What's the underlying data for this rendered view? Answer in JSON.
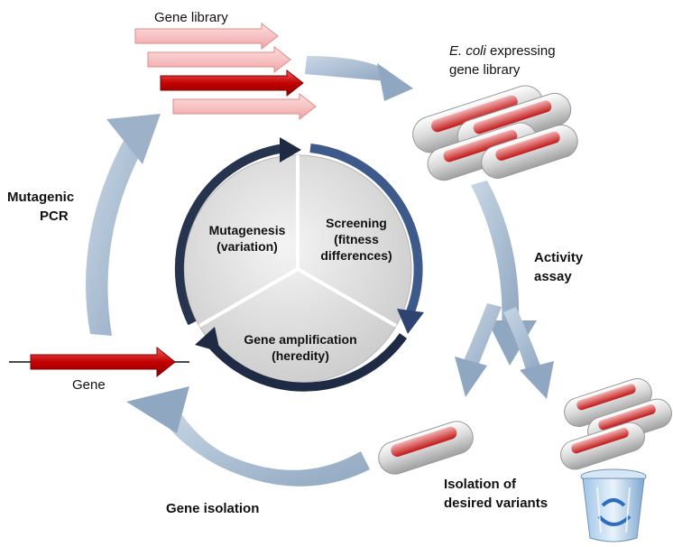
{
  "labels": {
    "gene_library": "Gene library",
    "ecoli_italic": "E. coli",
    "ecoli_rest": " expressing",
    "ecoli_line2": "gene library",
    "mutagenic_line1": "Mutagenic",
    "mutagenic_line2": "PCR",
    "activity_line1": "Activity",
    "activity_line2": "assay",
    "gene": "Gene",
    "gene_isolation": "Gene isolation",
    "isolation_line1": "Isolation of",
    "isolation_line2": "desired variants"
  },
  "inner_cycle": {
    "mutagenesis_line1": "Mutagenesis",
    "mutagenesis_line2": "(variation)",
    "screening_line1": "Screening",
    "screening_line2": "(fitness",
    "screening_line3": "differences)",
    "amplification_line1": "Gene amplification",
    "amplification_line2": "(heredity)"
  },
  "colors": {
    "outer_arrow": "#b5c7d9",
    "inner_arrow_dark": "#1f2a44",
    "inner_arrow_blue": "#3e5a8a",
    "gene_red": "#d01818",
    "gene_pink": "#f4b6b6",
    "disc_gray": "#d9d9d9"
  },
  "icons": [
    "gene-arrow-icon",
    "bacterium-icon",
    "recycle-bin-icon"
  ]
}
